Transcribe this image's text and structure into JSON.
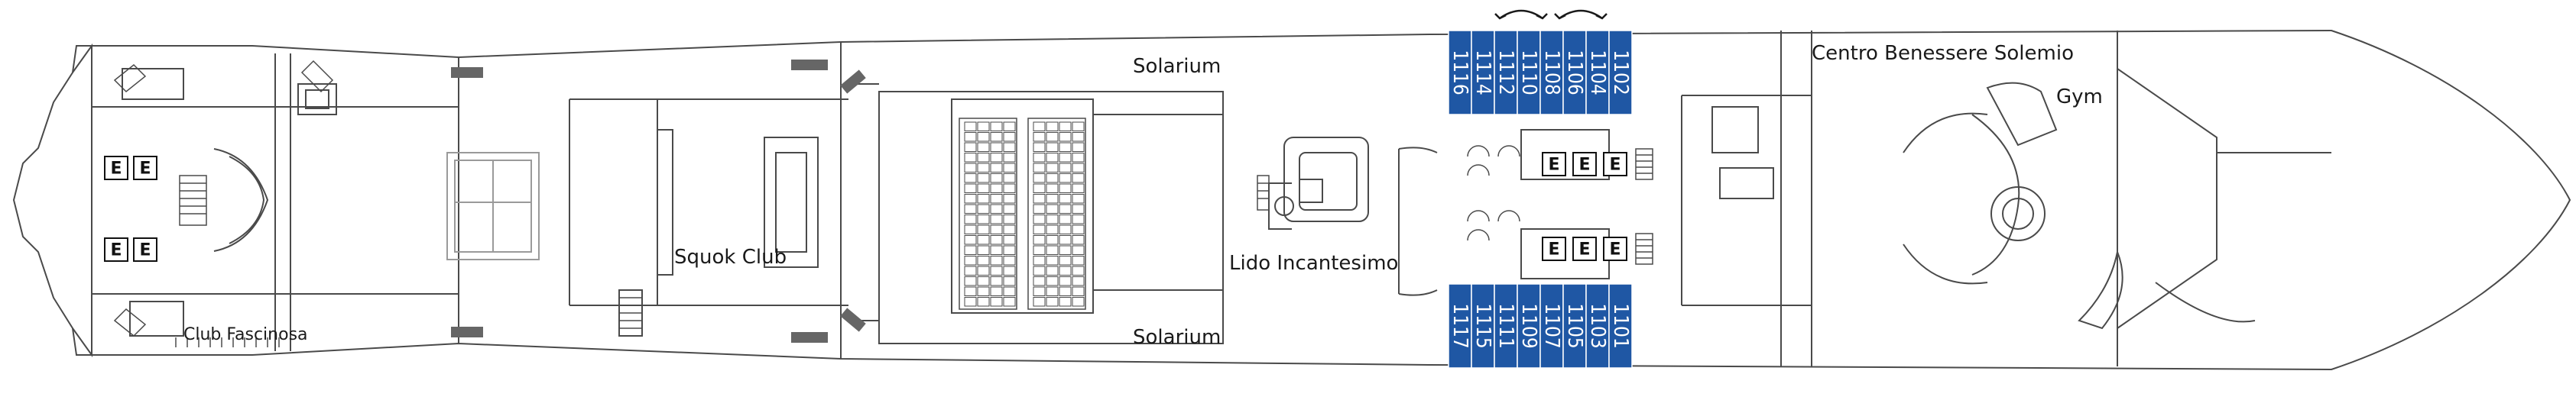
{
  "venues": {
    "club_fascinosa": "Club Fascinosa",
    "squok_club": "Squok Club",
    "solarium_top": "Solarium",
    "solarium_bottom": "Solarium",
    "lido_incantesimo": "Lido Incantesimo",
    "centro_benessere": "Centro Benessere Solemio",
    "gym": "Gym"
  },
  "cabins_port": [
    "1116",
    "1114",
    "1112",
    "1110",
    "1108",
    "1106",
    "1104",
    "1102"
  ],
  "cabins_starboard": [
    "1117",
    "1115",
    "1111",
    "1109",
    "1107",
    "1105",
    "1103",
    "1101"
  ],
  "elevator_glyph": "E",
  "colors": {
    "cabin_fill": "#1f57a4",
    "outline": "#4a4a4a",
    "hull_fill": "#ffffff",
    "text": "#1a1a1a"
  },
  "icons": {
    "connecting_cabins_arrow": "double-headed-curved-arrow",
    "elevator": "elevator-icon",
    "stairs": "stairs-icon",
    "lifeboat": "lifeboat-icon"
  }
}
